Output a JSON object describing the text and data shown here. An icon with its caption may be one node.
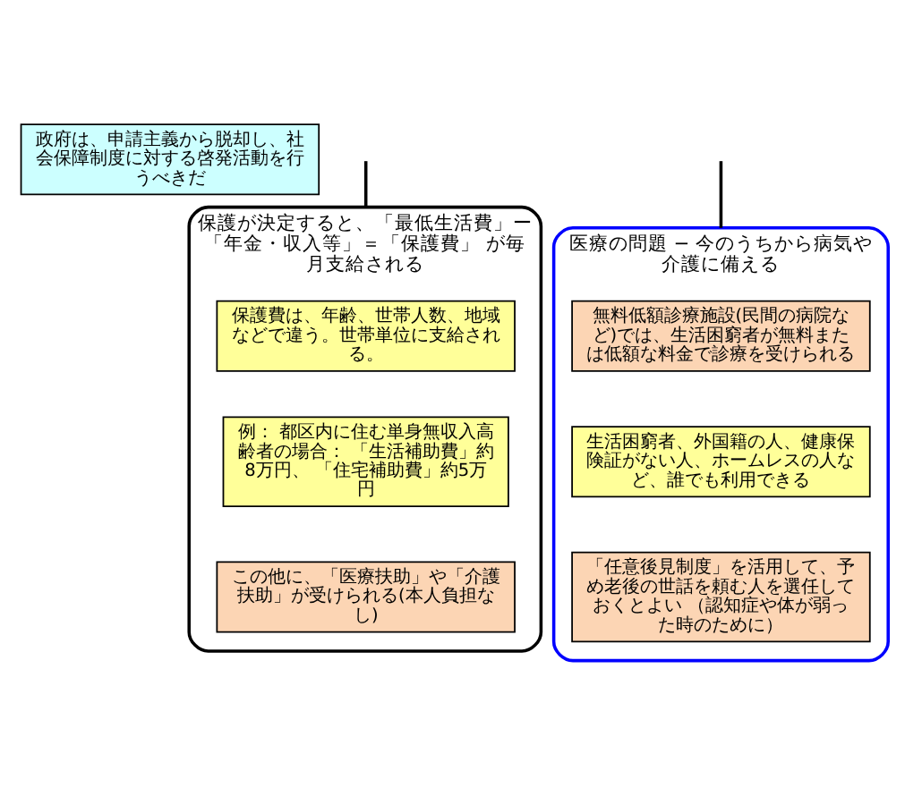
{
  "diagram": {
    "nodes": [
      {
        "text": [
          "政府は、申請主義から脱却し、社会保障制度に対する啓発活動を行うべきだ"
        ]
      },
      {
        "text": [
          "保護が決定すると、「最低生活費」ー「年金・収入等」＝「保護費」 が毎月支給される"
        ]
      },
      {
        "text": [
          "保護費は、年齢、世帯人数、地域などで違う。世帯単位に支給される。"
        ],
        "in": 1
      },
      {
        "text": [
          "例： 都区内に住む単身無収入高齢者の場合： 「生活補助費」約8万円、 「住宅補助費」約5万円"
        ],
        "in": 1
      },
      {
        "text": [
          "この他に、「医療扶助」や「介護扶助」が受けられる(本人負担なし)"
        ],
        "in": 1
      },
      {
        "text": [
          "医療の問題 − 今のうちから病気や介護に備える"
        ]
      },
      {
        "text": [
          "無料低額診療施設(民間の病院など)では、生活困窮者が無料または低額な料金で診療を受けられる"
        ],
        "in": 5
      },
      {
        "text": [
          "生活困窮者、外国籍の人、健康保険証がない人、ホームレスの人など、誰でも利用できる"
        ],
        "in": 5
      },
      {
        "text": [
          "「任意後見制度」を活用して、予め老後の世話を頼む人を選任しておくとよい （認知症や体が弱った時のために）"
        ],
        "in": 5
      }
    ],
    "edges": [
      {
        "from": null,
        "to": 1,
        "arrow": "none"
      },
      {
        "from": null,
        "to": 5,
        "arrow": "none"
      }
    ]
  }
}
